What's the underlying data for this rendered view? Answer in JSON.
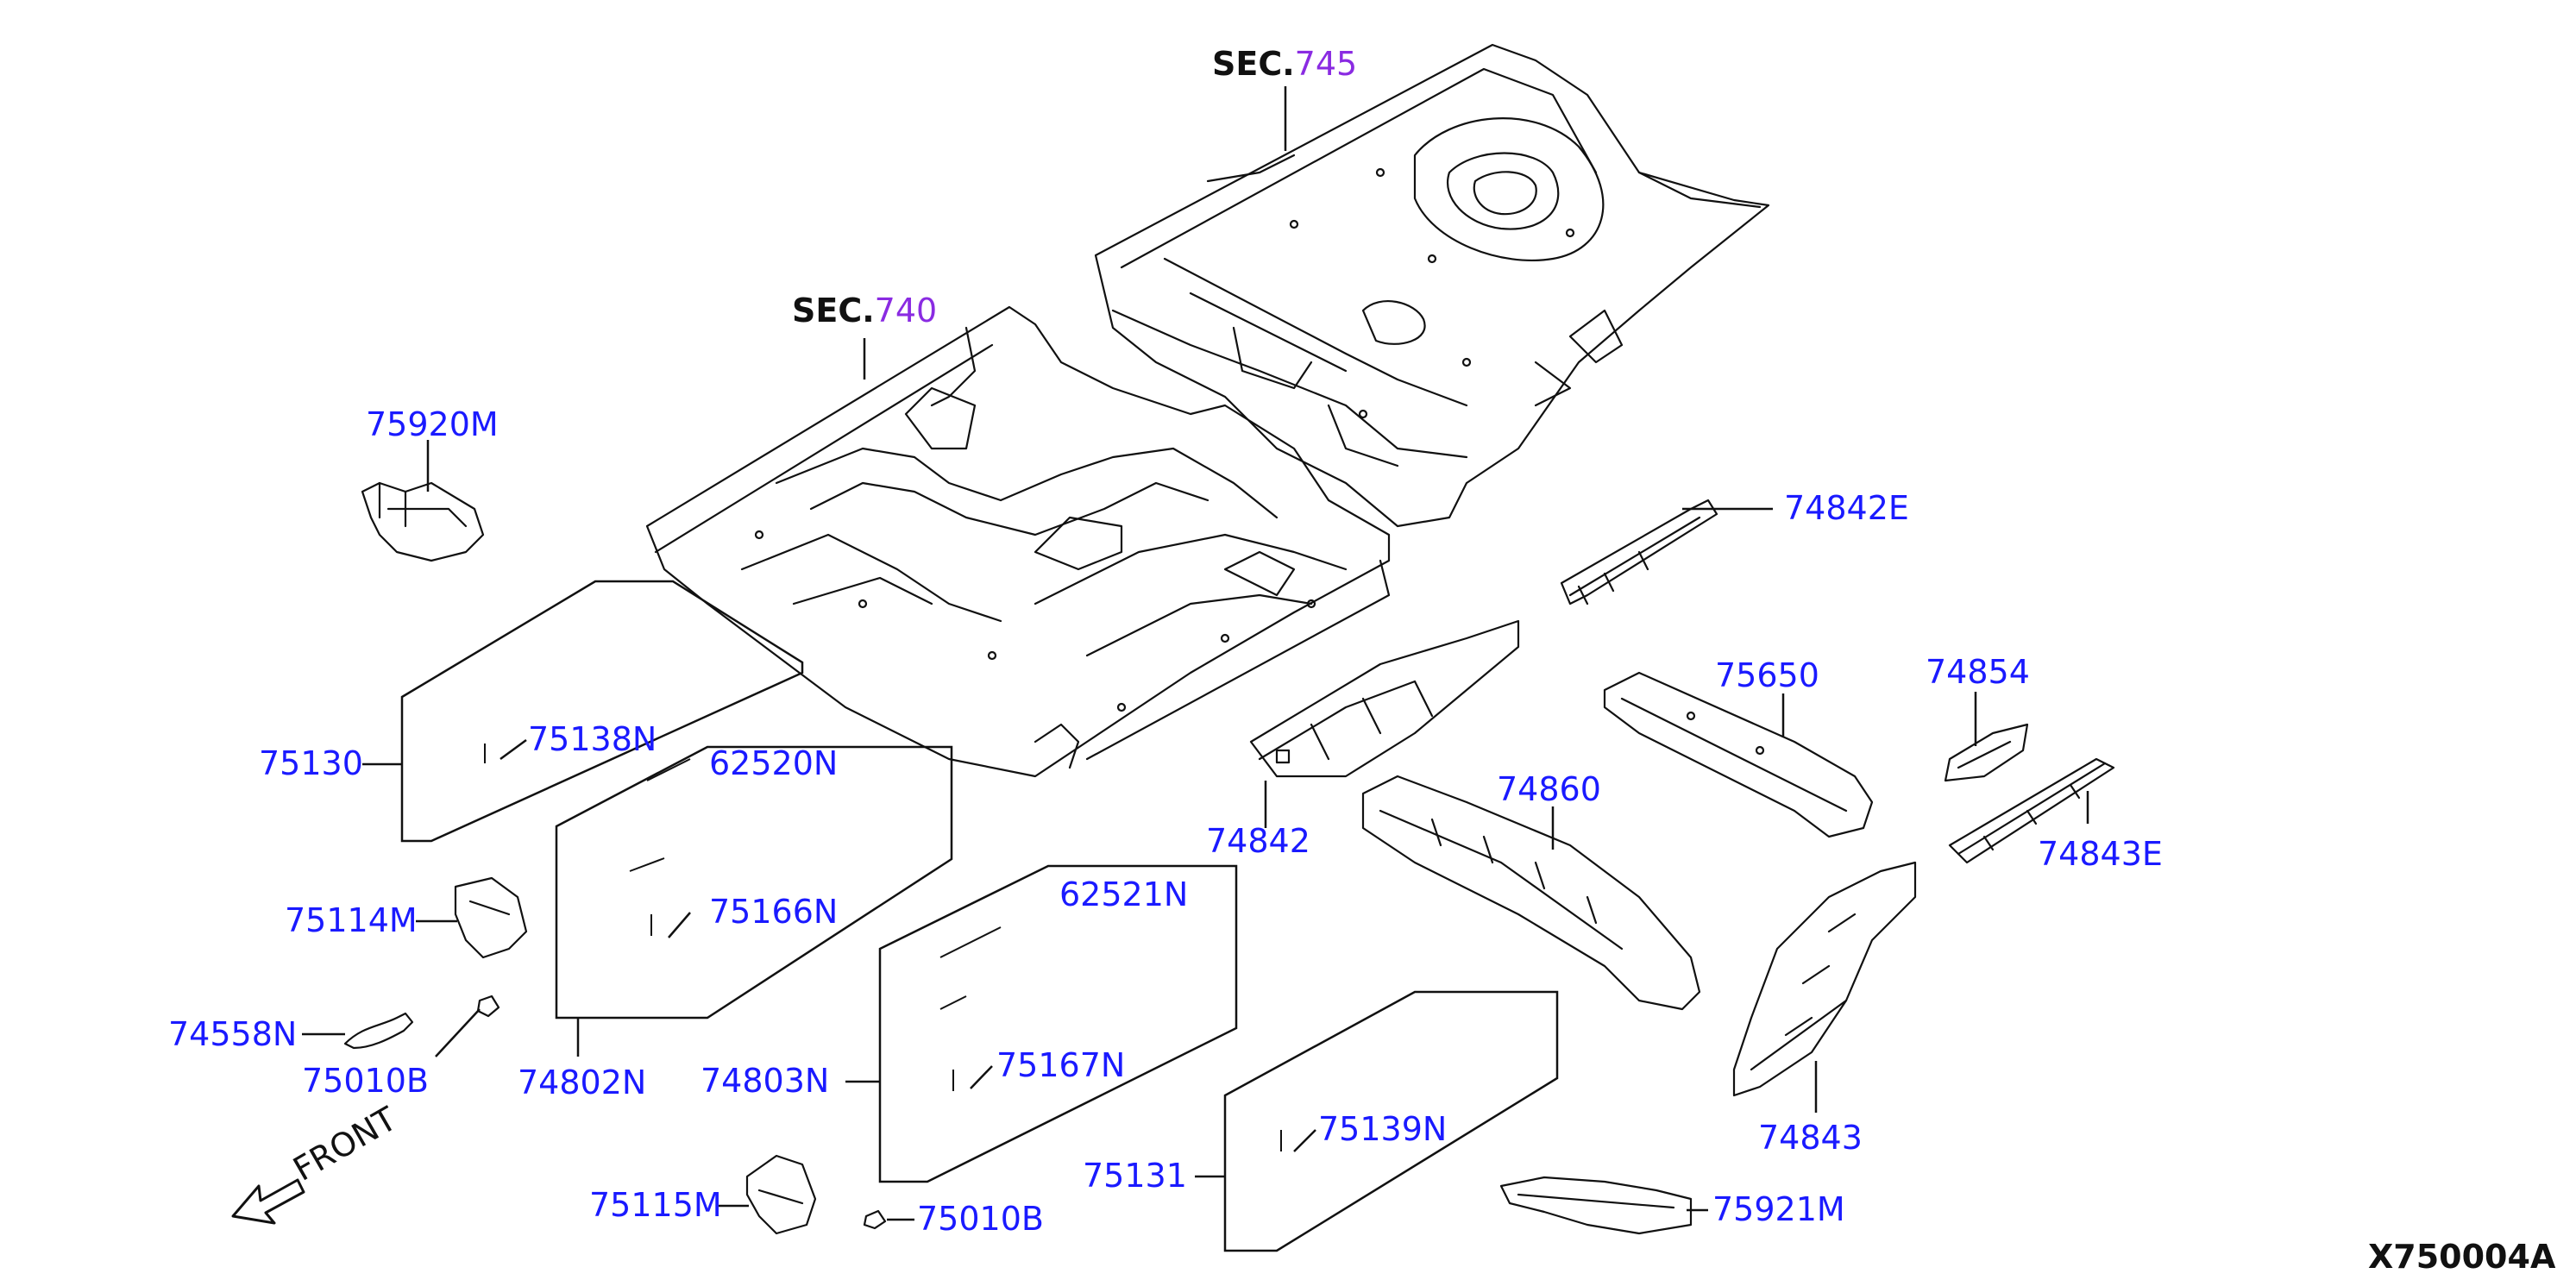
{
  "colors": {
    "label": "#1a1aff",
    "sec_number": "#8a2be2",
    "line": "#111111",
    "bg": "#ffffff"
  },
  "sections": [
    {
      "prefix": "SEC.",
      "number": "745"
    },
    {
      "prefix": "SEC.",
      "number": "740"
    }
  ],
  "labels": {
    "p75920M": "75920M",
    "p74842E": "74842E",
    "p75650": "75650",
    "p74854": "74854",
    "p74843E": "74843E",
    "p74860": "74860",
    "p74842": "74842",
    "p74843": "74843",
    "p75130": "75130",
    "p75138N": "75138N",
    "p62520N": "62520N",
    "p75166N": "75166N",
    "p74802N": "74802N",
    "p62521N": "62521N",
    "p75167N": "75167N",
    "p74803N": "74803N",
    "p75114M": "75114M",
    "p74558N": "74558N",
    "p75010B_top": "75010B",
    "p75131": "75131",
    "p75139N": "75139N",
    "p75115M": "75115M",
    "p75010B_bottom": "75010B",
    "p75921M": "75921M"
  },
  "front_label": "FRONT",
  "diagram_code": "X750004A"
}
